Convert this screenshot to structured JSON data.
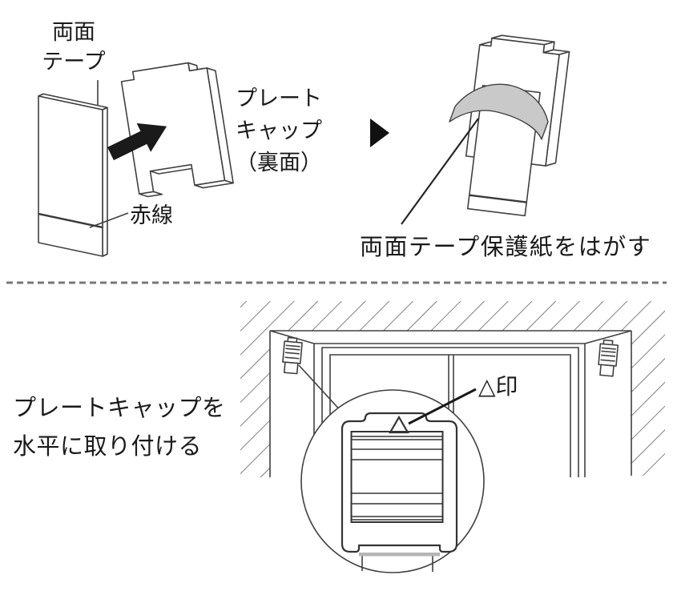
{
  "top_section": {
    "tape_label": "両面\nテープ",
    "red_line_label": "赤線",
    "cap_label": "プレート\nキャップ\n（裏面）",
    "peel_instruction": "両面テープ保護紙をはがす"
  },
  "bottom_section": {
    "instruction": "プレートキャップを\n水平に取り付ける",
    "triangle_mark_label": "△印"
  },
  "colors": {
    "outline": "#404040",
    "text": "#1a1a1a",
    "tape_paper_gray": "#c9c9c9",
    "red_line": "#3a3a3a",
    "divider_gray": "#777777",
    "arrow_black": "#1a1a1a"
  }
}
